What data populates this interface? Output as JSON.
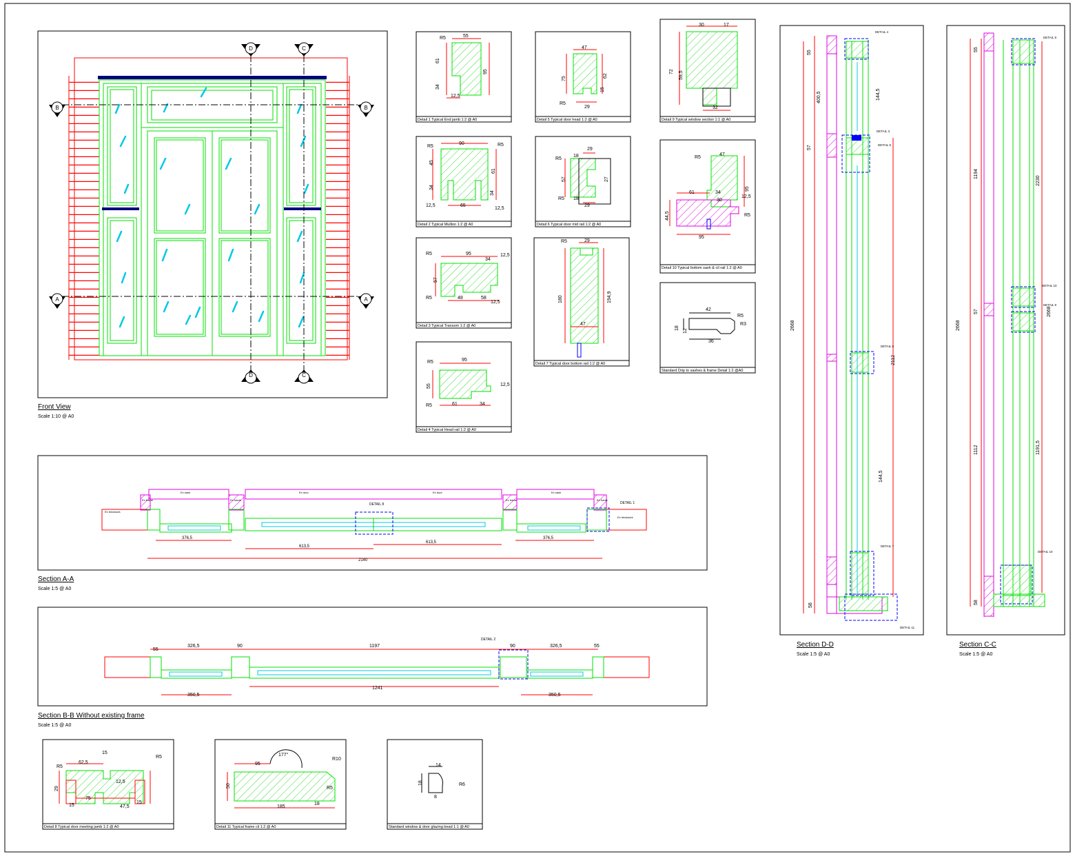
{
  "front_view": {
    "title": "Front View",
    "scale": "Scale 1:10 @ A0",
    "markers": [
      "D",
      "C",
      "B",
      "B",
      "A",
      "A",
      "D",
      "C"
    ]
  },
  "section_aa": {
    "title": "Section A-A",
    "scale": "Scale 1:5 @ A0",
    "dims": [
      "376,5",
      "613,5",
      "613,5",
      "376,5",
      "2140"
    ],
    "labels": [
      "Ex brickwork",
      "Ex frame",
      "Ex sash",
      "Ex frame",
      "Ex door",
      "Ex door",
      "Ex frame",
      "Ex sash",
      "Ex frame",
      "Ex brickwork"
    ],
    "detail_labels": [
      "DETAIL 8",
      "DETAIL 1"
    ]
  },
  "section_bb": {
    "title": "Section B-B Without existing frame",
    "scale": "Scale 1:5 @ A0",
    "dims": [
      "55",
      "326,5",
      "90",
      "1197",
      "90",
      "326,5",
      "55",
      "350,5",
      "1241",
      "350,5"
    ],
    "detail_labels": [
      "DETAIL 2"
    ]
  },
  "section_dd": {
    "title": "Section D-D",
    "scale": "Scale 1:5 @ A0",
    "dims": [
      "55",
      "400,5",
      "57",
      "2668",
      "58",
      "144,5",
      "2112",
      "144,5"
    ],
    "detail_labels": [
      "DETAIL 4",
      "DETAIL 3",
      "DETAIL 5",
      "DETAIL 6",
      "DETAIL 7",
      "DETAIL 11"
    ]
  },
  "section_cc": {
    "title": "Section C-C",
    "scale": "Scale 1:5 @ A0",
    "dims": [
      "55",
      "1194",
      "57",
      "2668",
      "1112",
      "58",
      "2230",
      "1191,5",
      "2668"
    ],
    "detail_labels": [
      "DETAIL 9",
      "DETAIL 10",
      "DETAIL 9",
      "DETAIL 10"
    ]
  },
  "details": [
    {
      "caption": "Detail 1 Typical End jamb 1:2 @ A0",
      "dims": [
        "R5",
        "55",
        "61",
        "95",
        "34",
        "12,5"
      ]
    },
    {
      "caption": "Detail 2 Typical Mullion 1:2 @ A0",
      "dims": [
        "R5",
        "90",
        "R5",
        "45",
        "61",
        "34",
        "34",
        "12,5",
        "65",
        "12,5"
      ]
    },
    {
      "caption": "Detail 3 Typical Transom 1:2 @ A0",
      "dims": [
        "R5",
        "95",
        "12,5",
        "34",
        "57",
        "R5",
        "48",
        "58",
        "12,5"
      ]
    },
    {
      "caption": "Detail 4 Typical Head rail 1:2 @ A0",
      "dims": [
        "R5",
        "95",
        "55",
        "R5",
        "61",
        "34",
        "12,5"
      ]
    },
    {
      "caption": "Detail 5 Typical door head 1:2 @ A0",
      "dims": [
        "47",
        "75",
        "62",
        "15",
        "R5",
        "29"
      ]
    },
    {
      "caption": "Detail 6 Typical door mid rail 1:2 @ A0",
      "dims": [
        "29",
        "18",
        "R5",
        "57",
        "27",
        "R5",
        "18",
        "29"
      ]
    },
    {
      "caption": "Detail 7 Typical door bottom rail 1:2 @ A0",
      "dims": [
        "R5",
        "29",
        "180",
        "194,9",
        "47"
      ]
    },
    {
      "caption": "Detail 9 Typical window section 1:1 @ A0",
      "dims": [
        "30",
        "17",
        "72",
        "59,5",
        "32"
      ]
    },
    {
      "caption": "Detail 10 Typical bottom sash & cil rail 1:2 @ A0",
      "dims": [
        "R5",
        "47",
        "61",
        "34",
        "95",
        "30",
        "12,5",
        "44,5",
        "95",
        "R5"
      ]
    },
    {
      "caption": "Standard Drip to sashes & frame Detail 1:2 @A0",
      "dims": [
        "42",
        "R5",
        "R3",
        "18",
        "12",
        "36"
      ]
    },
    {
      "caption": "Detail 8 Typical door meeting jamb 1:2 @ A0",
      "dims": [
        "R5",
        "62,5",
        "15",
        "R5",
        "29",
        "12,5",
        "15",
        "75",
        "47,5",
        "15"
      ]
    },
    {
      "caption": "Detail 11 Typical frame cil 1:2 @ A0",
      "dims": [
        "177°",
        "95",
        "R10",
        "50",
        "R5",
        "185",
        "18"
      ]
    },
    {
      "caption": "Standard window & door glazing bead 1:1 @ A0",
      "dims": [
        "14",
        "18",
        "R6",
        "8"
      ]
    }
  ],
  "colors": {
    "green": "#00e000",
    "red": "#ff0000",
    "magenta": "#e000e0",
    "cyan": "#00c8e8",
    "blue": "#0000ff",
    "navy": "#000080",
    "hatch": "#33dd33"
  }
}
